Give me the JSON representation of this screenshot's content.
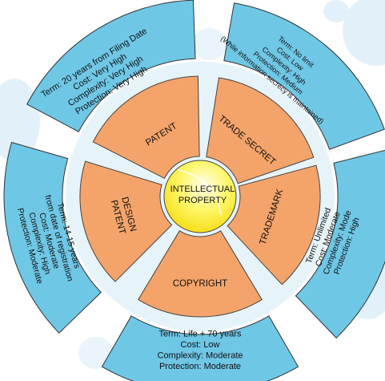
{
  "center": {
    "line1": "INTELLECTUAL",
    "line2": "PROPERTY"
  },
  "segments": [
    {
      "key": "patent",
      "label_lines": [
        "PATENT"
      ],
      "details": [
        "Term: 20 years from Filing Date",
        "Cost: Very High",
        "Complexity: Very High",
        "Protection: Very High"
      ]
    },
    {
      "key": "trade-secret",
      "label_lines": [
        "TRADE SECRET"
      ],
      "details": [
        "Term: No limit",
        "Cost: Low",
        "Complexity: High",
        "Protection: Medium",
        "(While information secrecy is maintained)"
      ]
    },
    {
      "key": "trademark",
      "label_lines": [
        "TRADEMARK"
      ],
      "details": [
        "Term: Unlimited",
        "Cost: Moderate",
        "Complexity: Mode",
        "Protection: High"
      ]
    },
    {
      "key": "copyright",
      "label_lines": [
        "COPYRIGHT"
      ],
      "details": [
        "Term: Life + 70 years",
        "Cost: Low",
        "Complexity: Moderate",
        "Protection: Moderate"
      ]
    },
    {
      "key": "design-patent",
      "label_lines": [
        "DESIGN",
        "PATENT"
      ],
      "details": [
        "Term: 14-15 years",
        "from date of registration",
        "Cost: Moderate",
        "Complexity: High",
        "Protection: Moderate"
      ]
    }
  ],
  "colors": {
    "petal": "#f4a46a",
    "petal_stroke": "#444444",
    "box": "#6fc7e6",
    "box_stroke": "#333333",
    "ring": "#e6f4fa",
    "bubble": "#dcedf8",
    "center_fill": "#fff200",
    "center_highlight": "#fffbd0"
  }
}
